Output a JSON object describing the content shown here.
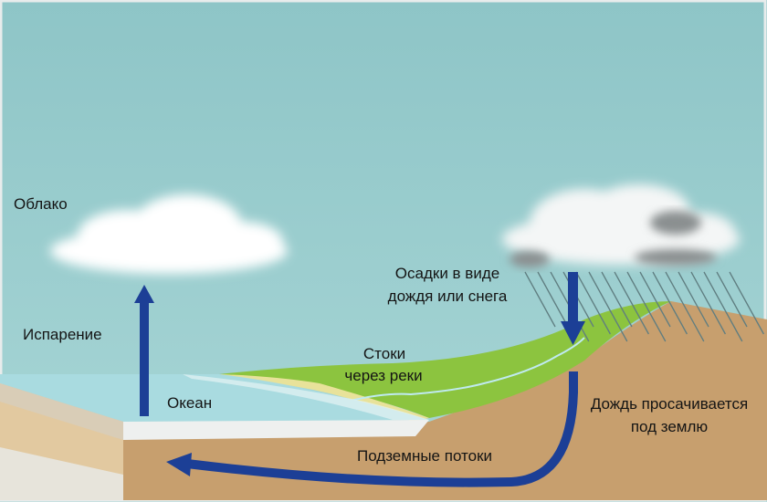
{
  "labels": {
    "cloud": "Облако",
    "evaporation": "Испарение",
    "ocean": "Океан",
    "precipitation_line1": "Осадки в виде",
    "precipitation_line2": "дождя или снега",
    "runoff_line1": "Стоки",
    "runoff_line2": "через реки",
    "infiltration_line1": "Дождь просачивается",
    "infiltration_line2": "под землю",
    "groundwater": "Подземные потоки"
  },
  "colors": {
    "sky": "#93c9ca",
    "ocean": "#a9dbe0",
    "land": "#c79f6e",
    "grass": "#8cc43f",
    "beach": "#e8e29a",
    "arrow": "#1c3f96"
  }
}
